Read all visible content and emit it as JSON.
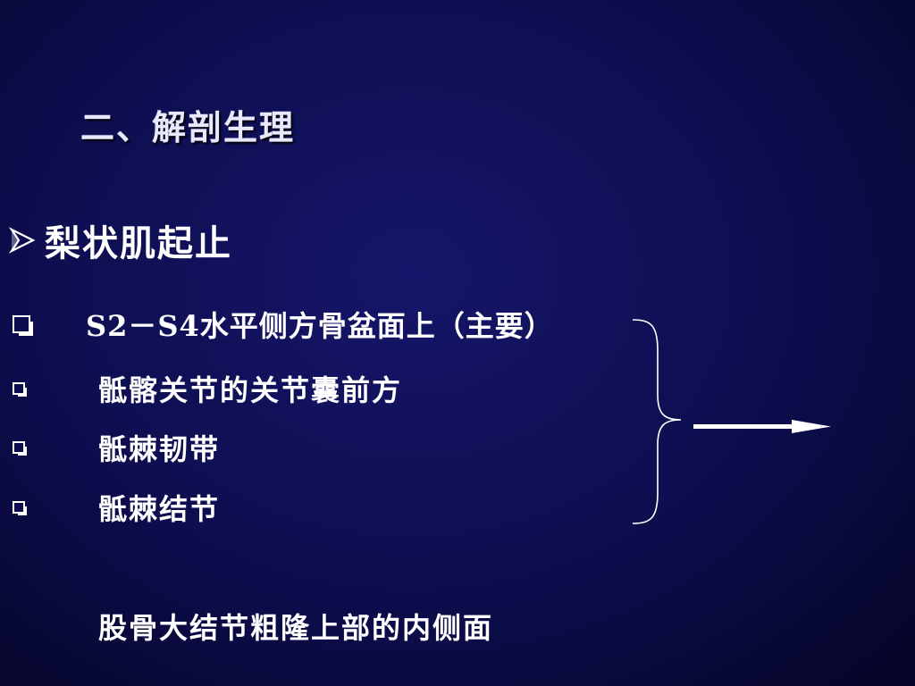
{
  "slide": {
    "title": "二、解剖生理",
    "heading": "梨状肌起止",
    "items": [
      {
        "text": "S2－S4水平侧方骨盆面上（主要）"
      },
      {
        "text": "骶髂关节的关节囊前方"
      },
      {
        "text": "骶棘韧带"
      },
      {
        "text": "骶棘结节"
      }
    ],
    "insertion": "股骨大结节粗隆上部的内侧面"
  },
  "icons": {
    "heading_bullet": "arrowhead-bullet-icon",
    "item_bullet": "checkbox-square-bullet-icon",
    "brace": "right-curly-brace-icon",
    "arrow": "right-arrow-icon"
  },
  "colors": {
    "background": "#0d0d4e",
    "text": "#ffffff"
  }
}
